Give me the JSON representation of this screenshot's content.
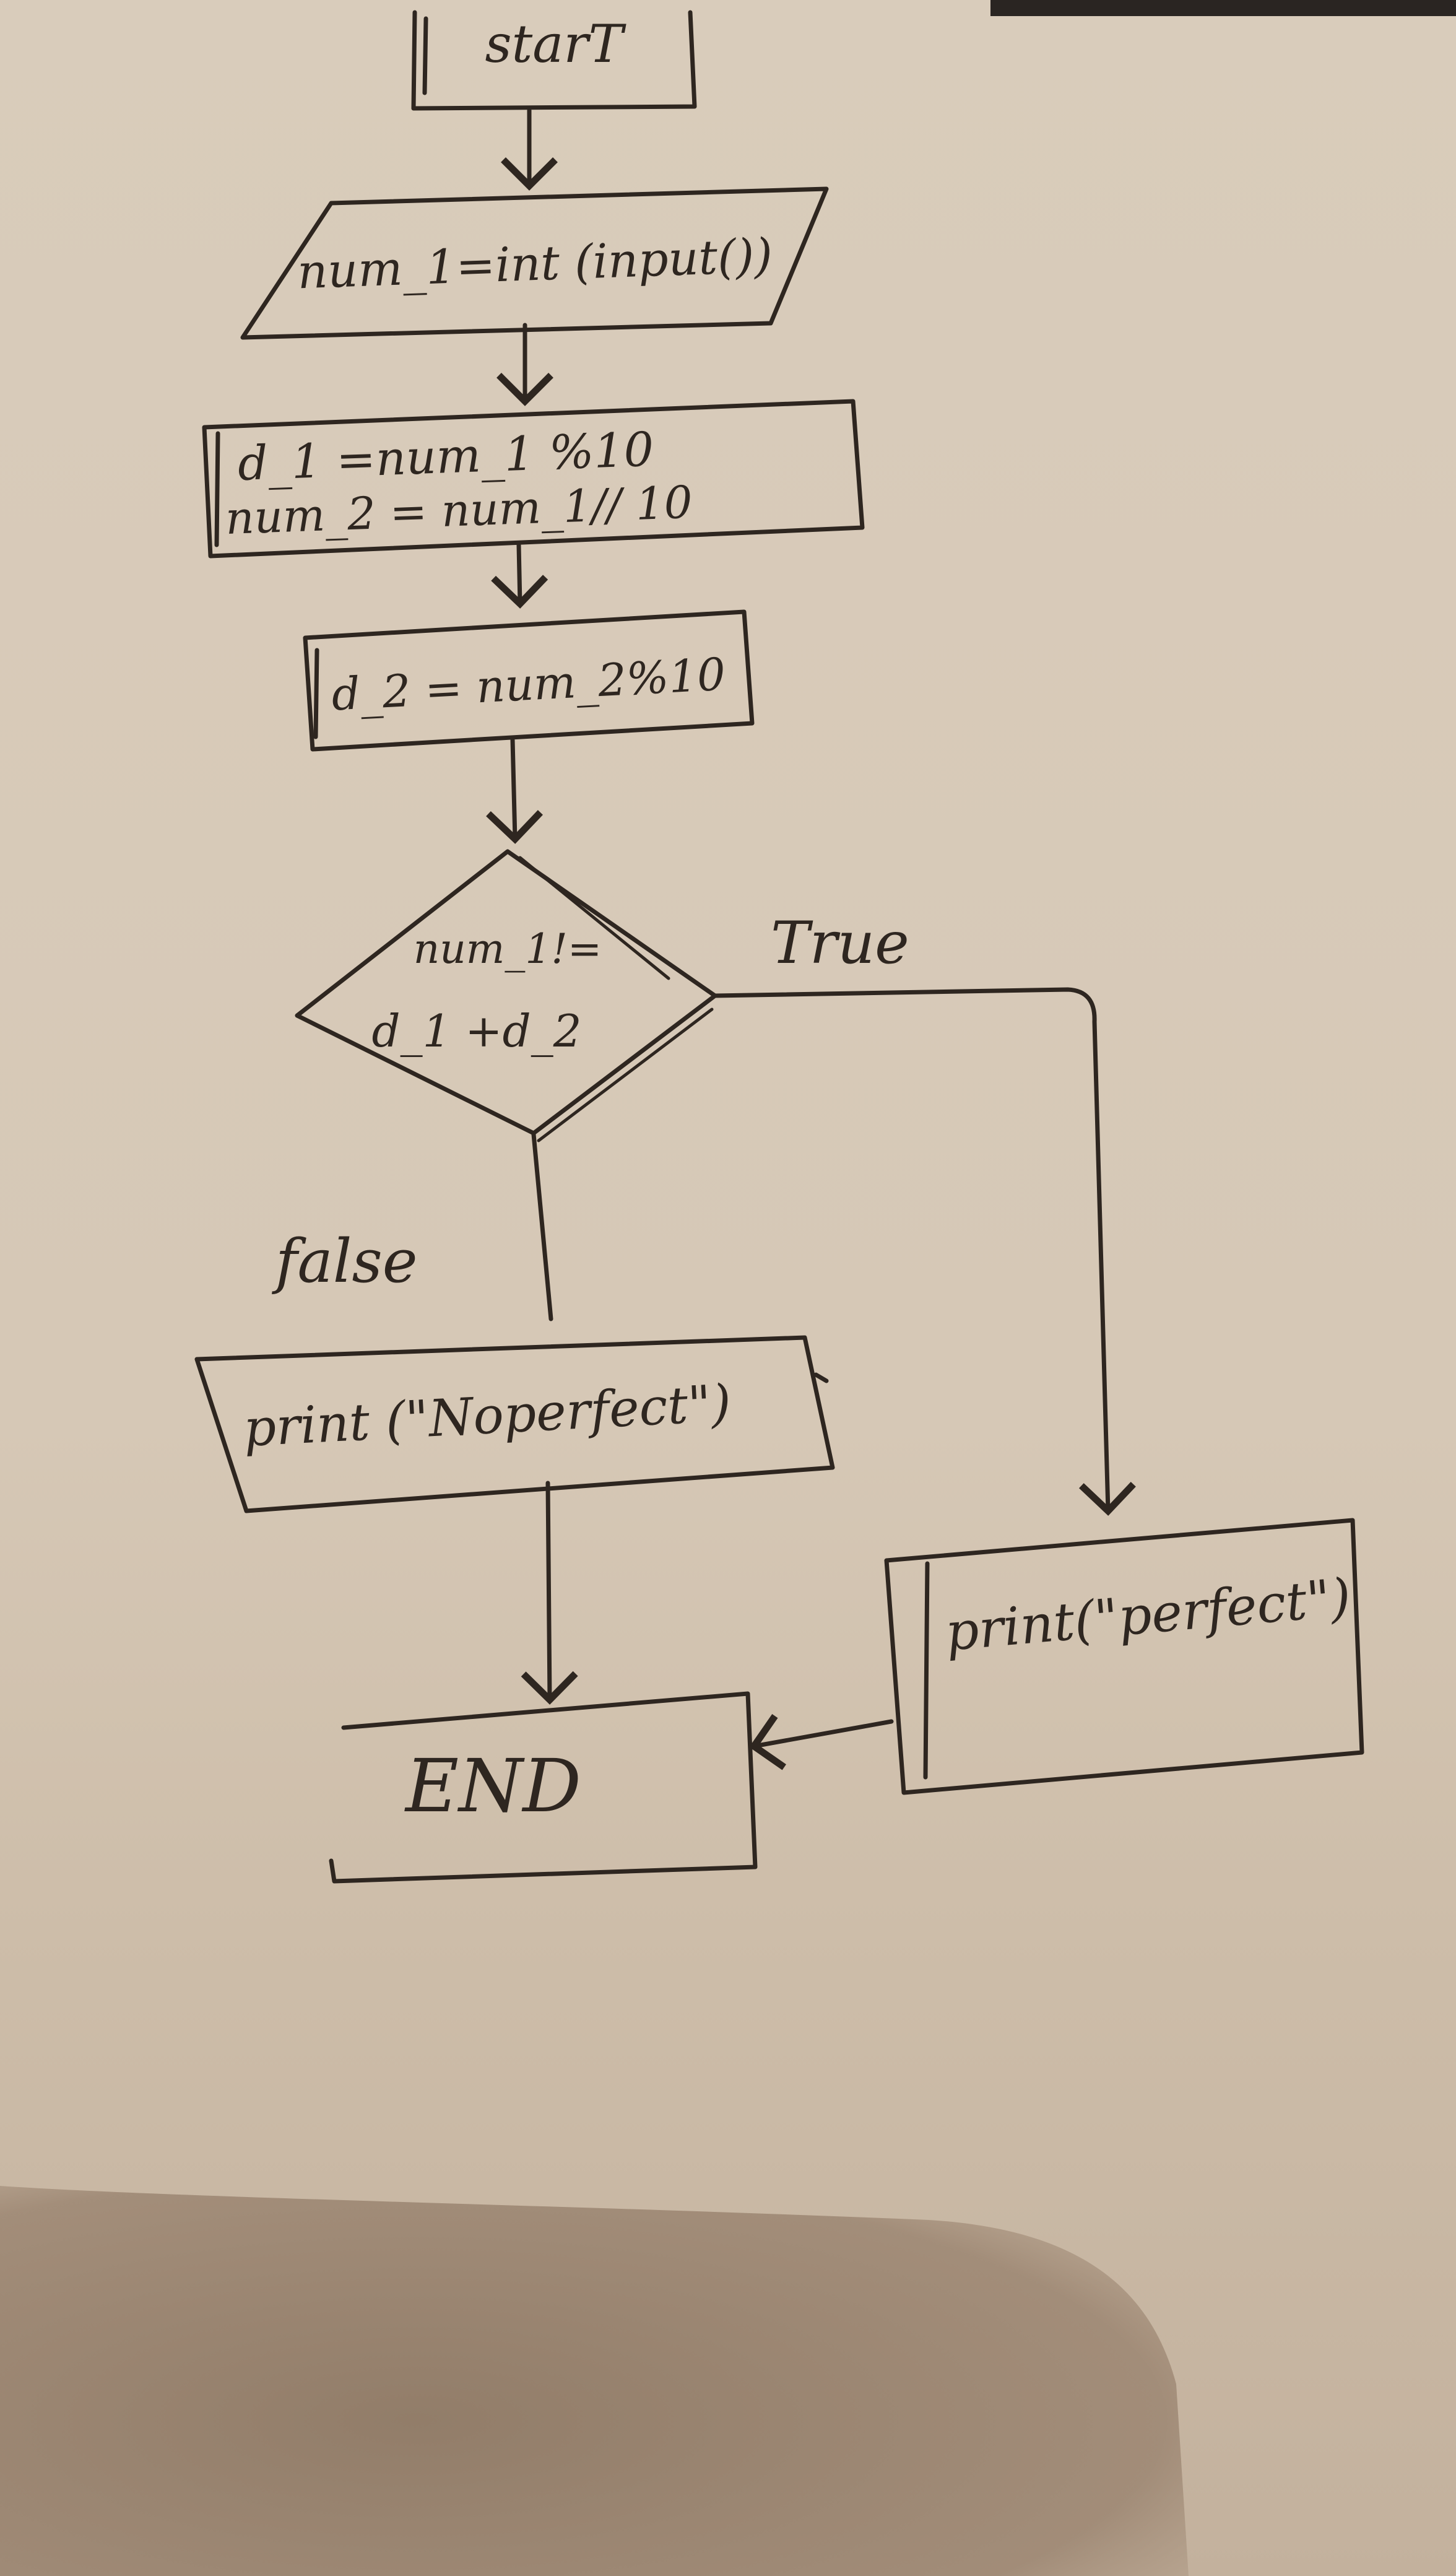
{
  "flowchart": {
    "start": "starT",
    "input": "num_1=int (input())",
    "process1_line1": "d_1 =num_1 %10",
    "process1_line2": "num_2 = num_1// 10",
    "process2": "d_2 = num_2%10",
    "decision_line1": "num_1!=",
    "decision_line2": "d_1 +d_2",
    "true_label": "True",
    "false_label": "false",
    "output_false": "print (\"Noperfect\")",
    "output_true": "print(\"perfect\")",
    "end": "END"
  },
  "colors": {
    "ink": "#2e2620",
    "paper": "#d9ccbb",
    "shadow": "#8a735f"
  }
}
